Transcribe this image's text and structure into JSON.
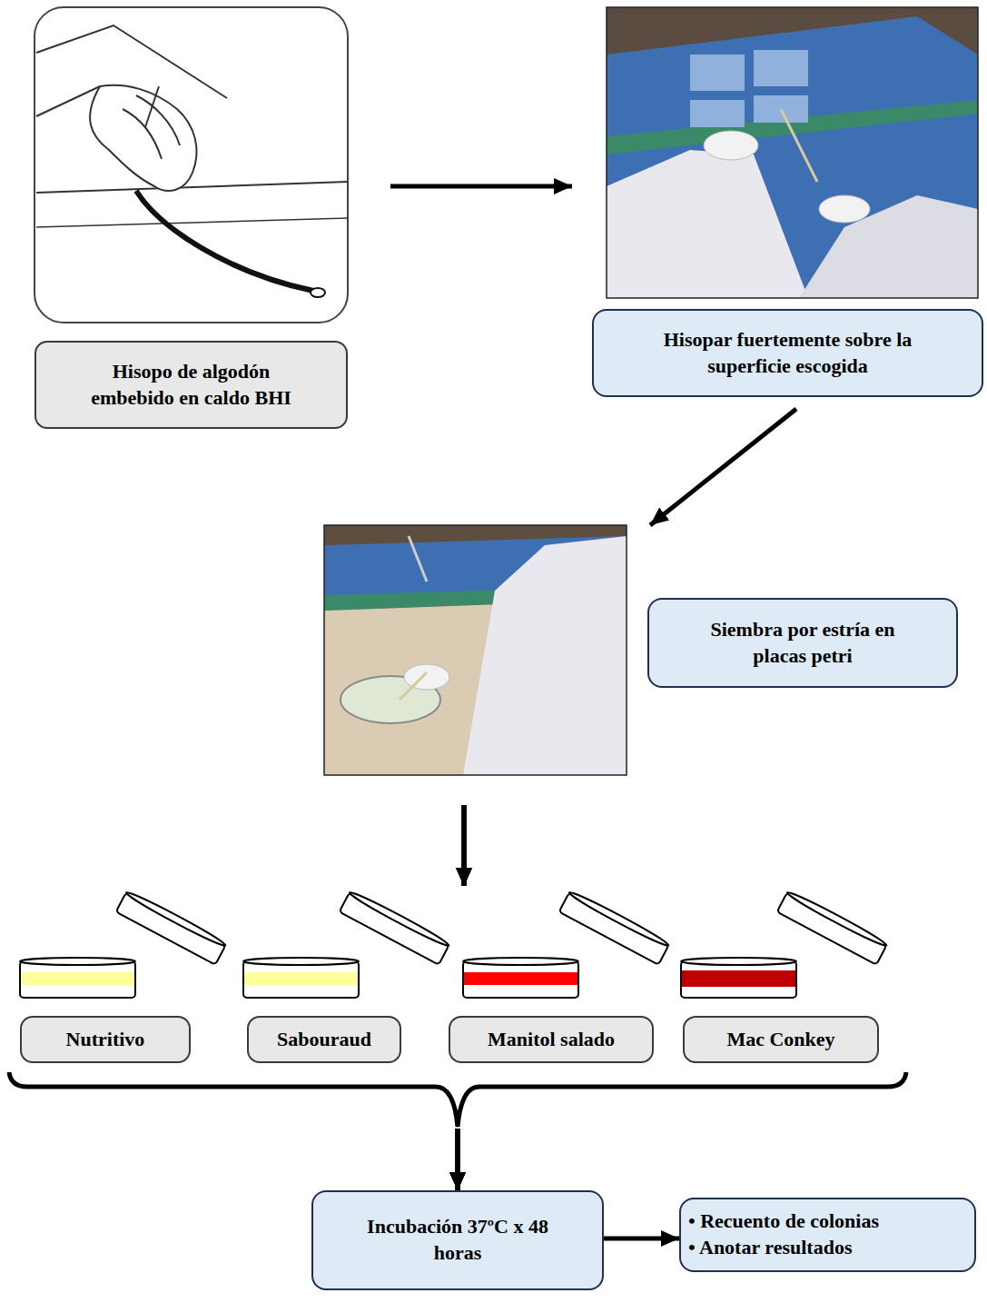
{
  "diagram": {
    "nodes": [
      {
        "text": [
          "Hisopo de algodón embebido en caldo BHI"
        ]
      },
      {
        "text": [
          "Hisopar fuertemente sobre la superficie escogida"
        ]
      },
      {
        "text": [
          "Siembra por estría en placas petri"
        ]
      },
      {
        "text": [
          "Nutritivo"
        ]
      },
      {
        "text": [
          "Sabouraud"
        ]
      },
      {
        "text": [
          "Manitol salado"
        ]
      },
      {
        "text": [
          "Mac Conkey"
        ]
      },
      {
        "text": [
          "Incubación 37ºC x 48 horas"
        ]
      },
      {
        "text": [
          "• Recuento de colonias",
          "• Anotar resultados"
        ]
      }
    ],
    "edges": [
      {
        "from": 0,
        "to": 1,
        "arrow": "to"
      },
      {
        "from": 1,
        "to": 2,
        "arrow": "to"
      },
      {
        "from": 2,
        "to": 3,
        "arrow": "to"
      },
      {
        "from": 2,
        "to": 4,
        "arrow": "to"
      },
      {
        "from": 2,
        "to": 5,
        "arrow": "to"
      },
      {
        "from": 2,
        "to": 6,
        "arrow": "to"
      },
      {
        "from": 3,
        "to": 7,
        "arrow": "to"
      },
      {
        "from": 4,
        "to": 7,
        "arrow": "to"
      },
      {
        "from": 5,
        "to": 7,
        "arrow": "to"
      },
      {
        "from": 6,
        "to": 7,
        "arrow": "to"
      },
      {
        "from": 7,
        "to": 8,
        "arrow": "to"
      }
    ]
  }
}
